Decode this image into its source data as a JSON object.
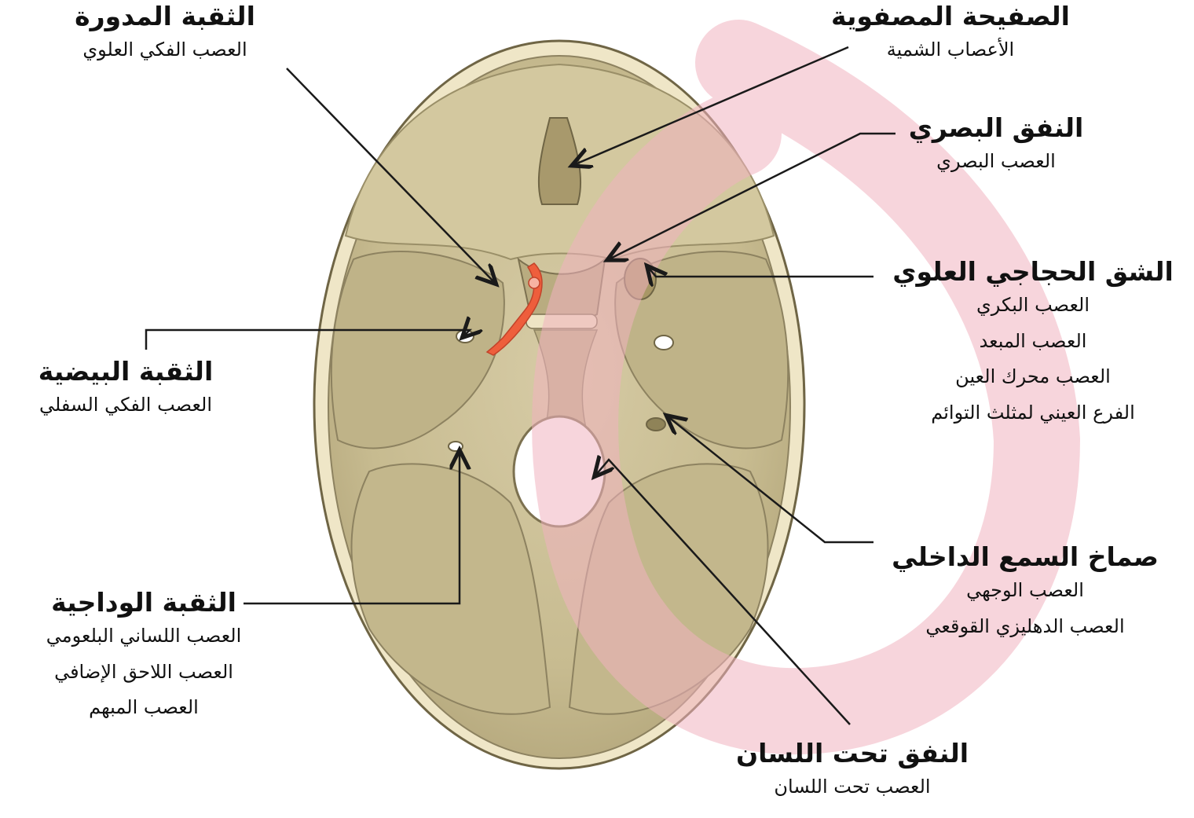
{
  "colors": {
    "bone": "#cbbf96",
    "bone_dark": "#a99d72",
    "bone_edge": "#7c7150",
    "highlight": "#f06a45",
    "watermark": "#f1b3c0",
    "leader": "#1a1a1a"
  },
  "labels": {
    "cribriform": {
      "title": "الصفيحة المصفوية",
      "nerves": [
        "الأعصاب الشمية"
      ]
    },
    "rotundum": {
      "title": "الثقبة المدورة",
      "nerves": [
        "العصب الفكي العلوي"
      ]
    },
    "optic": {
      "title": "النفق البصري",
      "nerves": [
        "العصب البصري"
      ]
    },
    "sof": {
      "title": "الشق الحجاجي العلوي",
      "nerves": [
        "العصب البكري",
        "العصب المبعد",
        "العصب محرك العين",
        "الفرع العيني لمثلث التوائم"
      ]
    },
    "ovale": {
      "title": "الثقبة البيضية",
      "nerves": [
        "العصب الفكي السفلي"
      ]
    },
    "iam": {
      "title": "صماخ السمع الداخلي",
      "nerves": [
        "العصب الوجهي",
        "العصب الدهليزي القوقعي"
      ]
    },
    "jugular": {
      "title": "الثقبة الوداجية",
      "nerves": [
        "العصب اللساني البلعومي",
        "العصب اللاحق الإضافي",
        "العصب المبهم"
      ]
    },
    "hypoglossal": {
      "title": "النفق تحت اللسان",
      "nerves": [
        "العصب تحت اللسان"
      ]
    }
  }
}
